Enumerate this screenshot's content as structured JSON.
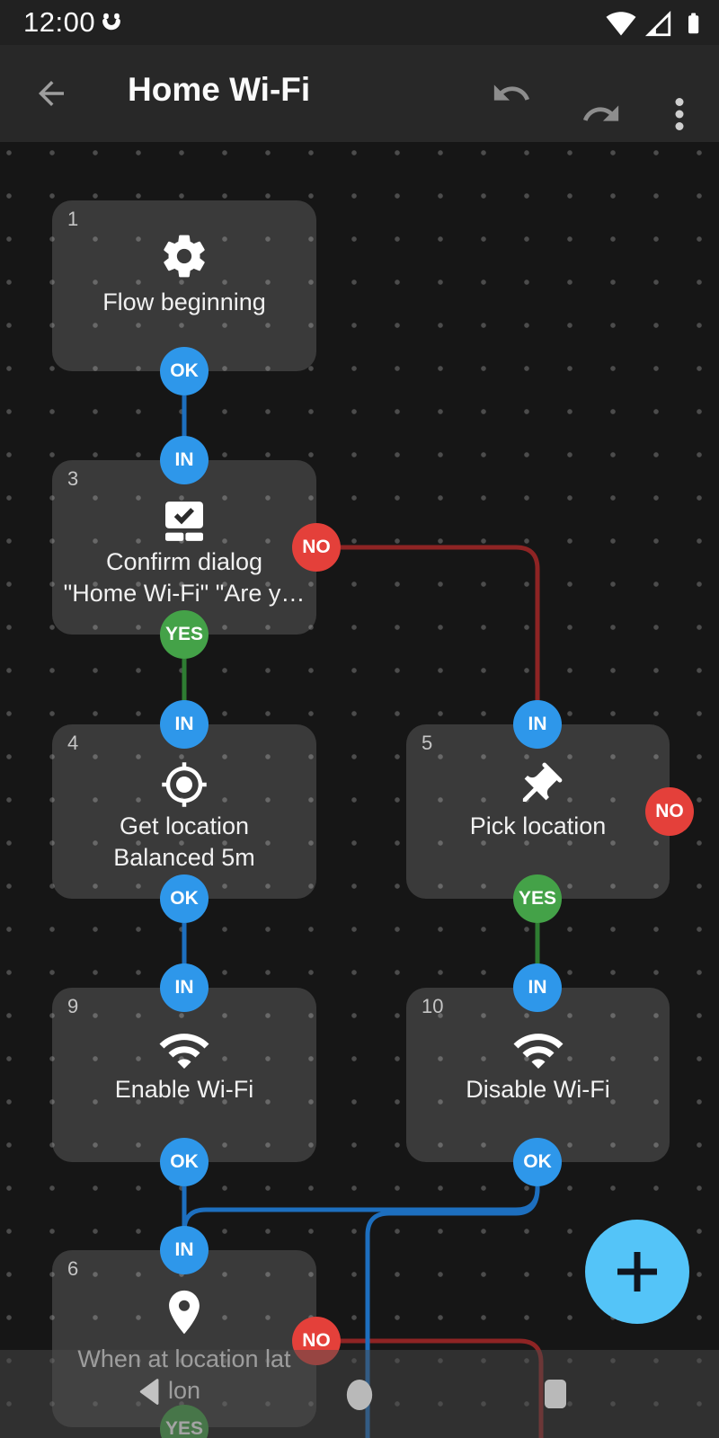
{
  "status_bar": {
    "time": "12:00",
    "icons": [
      "automate-smiley",
      "wifi-full",
      "cell-signal-partial",
      "battery-full"
    ]
  },
  "app_bar": {
    "title": "Home Wi-Fi",
    "icons": [
      "back-arrow",
      "undo",
      "redo",
      "overflow-menu"
    ]
  },
  "blocks": [
    {
      "num": "1",
      "line1": "Flow beginning",
      "icon": "gear",
      "ports": {
        "ok": "OK"
      }
    },
    {
      "num": "3",
      "line1": "Confirm dialog",
      "line2": "\"Home Wi-Fi\" \"Are y…",
      "icon": "confirm-dialog",
      "ports": {
        "in": "IN",
        "no": "NO",
        "yes": "YES"
      }
    },
    {
      "num": "4",
      "line1": "Get location",
      "line2": "Balanced 5m",
      "icon": "my-location",
      "ports": {
        "in": "IN",
        "ok": "OK"
      }
    },
    {
      "num": "5",
      "line1": "Pick location",
      "icon": "push-pin",
      "ports": {
        "in": "IN",
        "no": "NO",
        "yes": "YES"
      }
    },
    {
      "num": "9",
      "line1": "Enable Wi-Fi",
      "icon": "wifi",
      "ports": {
        "in": "IN",
        "ok": "OK"
      }
    },
    {
      "num": "10",
      "line1": "Disable Wi-Fi",
      "icon": "wifi",
      "ports": {
        "in": "IN",
        "ok": "OK"
      }
    },
    {
      "num": "6",
      "line1": "When at location lat",
      "line2": "lon",
      "icon": "place-pin",
      "ports": {
        "in": "IN",
        "no": "NO",
        "yes": "YES"
      }
    }
  ],
  "connections": [
    {
      "from": "1:OK",
      "to": "3:IN",
      "color": "blue"
    },
    {
      "from": "3:YES",
      "to": "4:IN",
      "color": "green"
    },
    {
      "from": "3:NO",
      "to": "5:IN",
      "color": "red"
    },
    {
      "from": "4:OK",
      "to": "9:IN",
      "color": "blue"
    },
    {
      "from": "5:YES",
      "to": "10:IN",
      "color": "green"
    },
    {
      "from": "9:OK",
      "to": "6:IN",
      "color": "blue"
    },
    {
      "from": "10:OK",
      "to": "6:IN",
      "color": "blue"
    },
    {
      "from": "10:OK",
      "to": "below-screen",
      "color": "blue"
    },
    {
      "from": "6:NO",
      "to": "below-screen",
      "color": "red"
    }
  ],
  "fab": {
    "icon": "plus"
  },
  "nav_bar": {
    "icons": [
      "back-triangle",
      "home-circle",
      "recents-square"
    ]
  },
  "colors": {
    "port_blue": "#2e97ea",
    "port_green": "#44a248",
    "port_red": "#e4403a",
    "wire_blue": "#1d6fbf",
    "wire_green": "#2e7d32",
    "wire_red": "#8e2424",
    "fab_blue": "#54c4f8",
    "canvas_bg": "#161616",
    "bar_bg": "#282828"
  }
}
